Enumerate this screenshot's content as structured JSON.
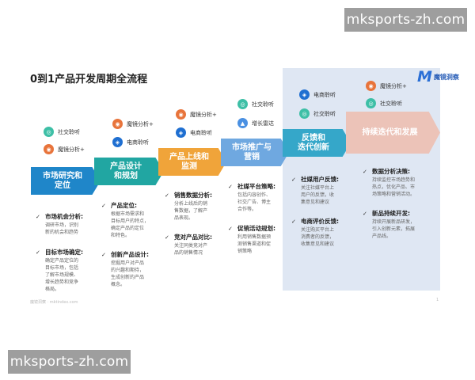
{
  "watermark_top": "mksports-zh.com",
  "watermark_bottom": "mksports-zh.com",
  "title": "0到1产品开发周期全流程",
  "brand": {
    "logo": "M",
    "name": "魔镜洞察"
  },
  "stages": [
    {
      "label": "市场研究和\n定位",
      "color": "#1f86c9"
    },
    {
      "label": "产品设计\n和规划",
      "color": "#21a6a2"
    },
    {
      "label": "产品上线和\n监测",
      "color": "#f0a43a"
    },
    {
      "label": "市场推广与\n营销",
      "color": "#6fa8e0"
    },
    {
      "label": "反馈和\n迭代创新",
      "color": "#35a7c9"
    },
    {
      "label": "持续迭代和发展",
      "color": "#ecc3b8"
    }
  ],
  "tags": {
    "stage1": [
      "社交聆听",
      "魔镜分析+"
    ],
    "stage2": [
      "魔镜分析+",
      "电商聆听"
    ],
    "stage3": [
      "魔镜分析+",
      "电商聆听"
    ],
    "stage4": [
      "社交聆听",
      "增长雷达"
    ],
    "stage5": [
      "电商聆听",
      "社交聆听"
    ],
    "stage6": [
      "魔镜分析+",
      "社交聆听"
    ]
  },
  "items": {
    "stage1": [
      {
        "title": "市场机会分析:",
        "desc": "调研市场，识别\n新的机会和趋势"
      },
      {
        "title": "目标市场确定:",
        "desc": "确定产品定位的\n目标市场，包括\n了解市场规模、\n增长趋势和竞争\n格局。"
      }
    ],
    "stage2": [
      {
        "title": "产品定位:",
        "desc": "根据市场需求和\n目标用户的特点，\n确定产品的定位\n和特色。"
      },
      {
        "title": "创新产品设计:",
        "desc": "挖掘用户对产品\n的兴趣和期待，\n生成创新的产品\n概念。"
      }
    ],
    "stage3": [
      {
        "title": "销售数据分析:",
        "desc": "分析上线后的销\n售数据，了解产\n品表现。"
      },
      {
        "title": "竞对产品对比:",
        "desc": "关注同类竞对产\n品的销售情况"
      }
    ],
    "stage4": [
      {
        "title": "社媒平台策略:",
        "desc": "包括内容创作、\n社交广告、博主\n合作等。"
      },
      {
        "title": "促销活动规划:",
        "desc": "利用销售数据预\n测销售渠道和促\n销策略"
      }
    ],
    "stage5": [
      {
        "title": "社媒用户反馈:",
        "desc": "关注社媒平台上\n用户的反馈，收\n集意见和建议"
      },
      {
        "title": "电商评价反馈:",
        "desc": "关注购买平台上\n消费者的反馈，\n收集意见和建议"
      }
    ],
    "stage6": [
      {
        "title": "数据分析决策:",
        "desc": "持续监控市场趋势和\n热点，优化产品、市\n场策略和营销活动。"
      },
      {
        "title": "新品持续开发:",
        "desc": "持续开展新品研发，\n引入创新元素，拓展\n产品线。"
      }
    ]
  },
  "icon_colors": {
    "social": "#3dbfa6",
    "mojing": "#e8743b",
    "ecom": "#1f6fd1",
    "growth": "#4a90e2"
  },
  "footnote": "魔镜洞察 · mktindex.com",
  "page_number": "1"
}
